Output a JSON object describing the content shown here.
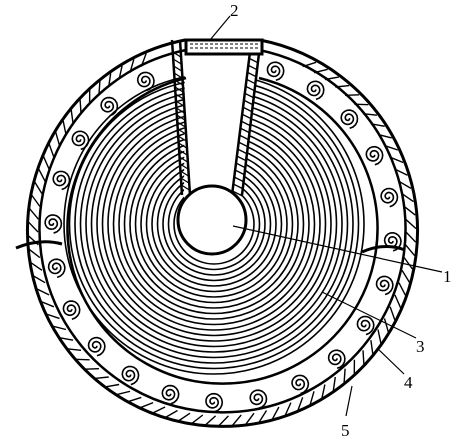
{
  "diagram": {
    "callouts": [
      {
        "id": "c1",
        "text": "1"
      },
      {
        "id": "c2",
        "text": "2"
      },
      {
        "id": "c3",
        "text": "3"
      },
      {
        "id": "c4",
        "text": "4"
      },
      {
        "id": "c5",
        "text": "5"
      }
    ],
    "colors": {
      "ink": "#000000",
      "paper": "#ffffff"
    }
  }
}
